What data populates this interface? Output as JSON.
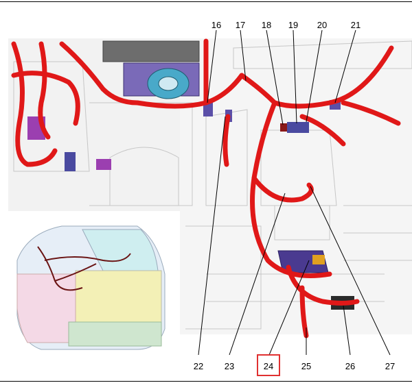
{
  "callouts_top": [
    "16",
    "17",
    "18",
    "19",
    "20",
    "21"
  ],
  "callouts_bottom": [
    "22",
    "23",
    "24",
    "25",
    "26",
    "27"
  ],
  "highlighted_callout": "24",
  "colors": {
    "harness": "#e01818",
    "harness_dark": "#9a1010",
    "connector_purple": "#5b4fa8",
    "connector_magenta": "#9b3fb0",
    "highlight": "#e03030",
    "line_art": "#bdbdbd",
    "panel_bg": "#f4f4f4"
  }
}
